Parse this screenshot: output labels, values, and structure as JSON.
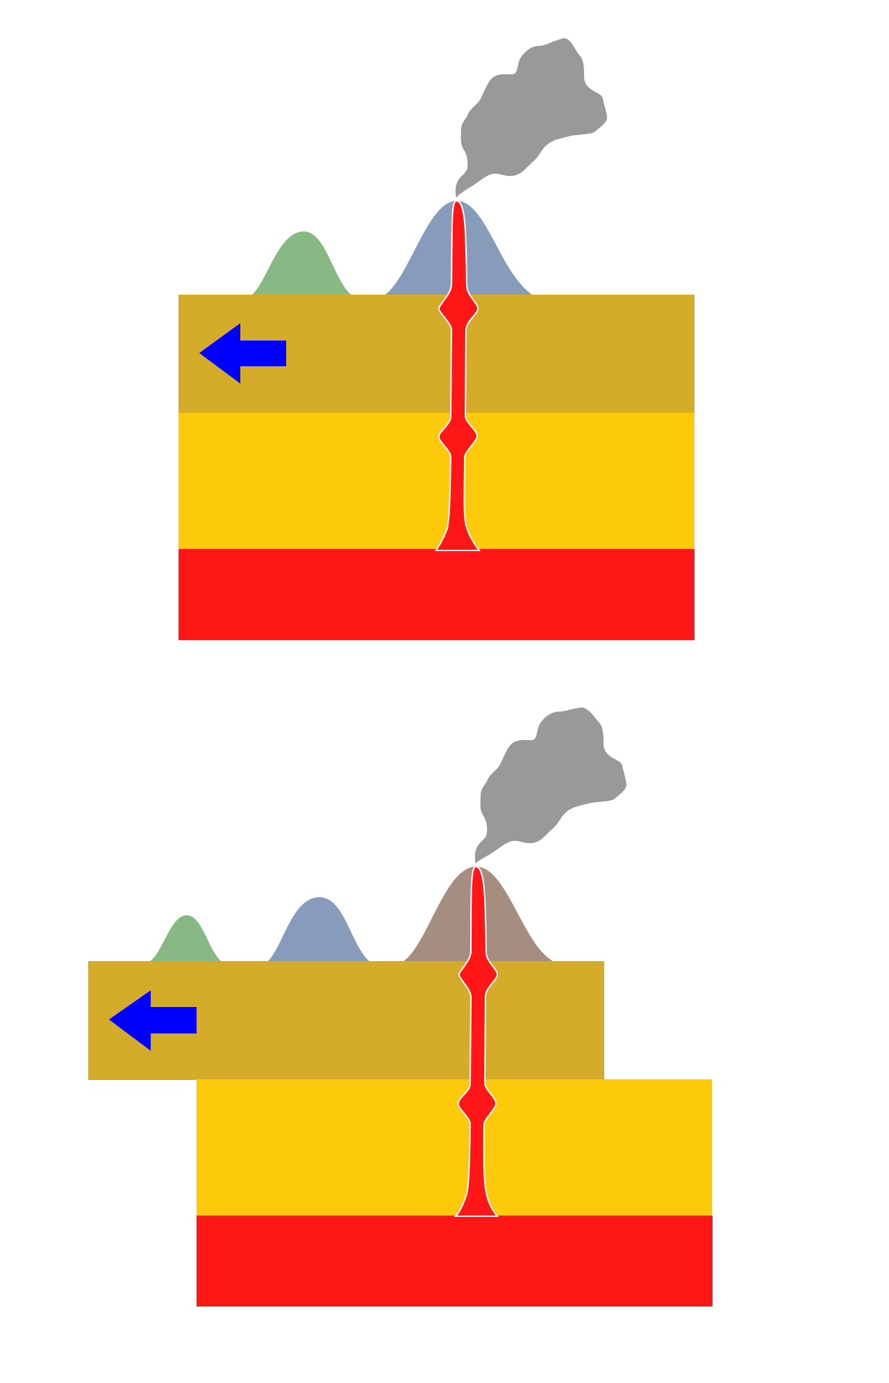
{
  "colors": {
    "background": "#ffffff",
    "crust_plate": "#d5ab2a",
    "mantle": "#fdc90b",
    "hotspot_layer": "#ff1718",
    "magma": "#ff1718",
    "magma_outline": "#ffffff",
    "plume_smoke": "#999999",
    "motion_arrow": "#0000ff",
    "volcano_oldest": "#88b984",
    "volcano_older": "#869cba",
    "volcano_active": "#a58e7f"
  },
  "panels": [
    {
      "stage": "earlier",
      "plate_motion": "left",
      "volcanoes": [
        "oldest",
        "active"
      ],
      "erupting": true
    },
    {
      "stage": "later",
      "plate_motion": "left",
      "volcanoes": [
        "oldest",
        "older",
        "active"
      ],
      "erupting": true
    }
  ],
  "icons": {
    "motion": "arrow-left-icon",
    "eruption": "smoke-plume-icon"
  }
}
